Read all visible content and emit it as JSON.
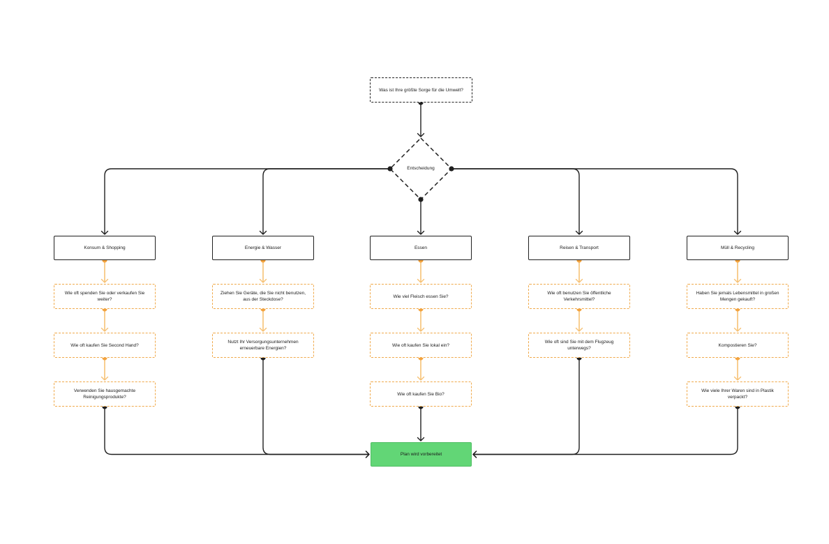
{
  "colors": {
    "ink": "#1f1f1f",
    "question_border": "#f0a94a",
    "question_connector": "#f6c174",
    "question_dot": "#f3a33f",
    "end_fill": "#62d676"
  },
  "start": {
    "label": "Was ist Ihre größte Sorge für die Umwelt?"
  },
  "decision": {
    "label": "Entscheidung"
  },
  "end": {
    "label": "Plan wird vorbereitet"
  },
  "categories": [
    {
      "name": "Konsum & Shopping",
      "questions": [
        "Wie oft spenden Sie oder verkaufen Sie weiter?",
        "Wie oft kaufen Sie Second Hand?",
        "Verwenden Sie hausgemachte Reinigungsprodukte?"
      ]
    },
    {
      "name": "Energie & Wasser",
      "questions": [
        "Ziehen Sie Geräte, die Sie nicht benutzen, aus der Steckdose?",
        "Nutzt Ihr Versorgungsunternehmen erneuerbare Energien?"
      ]
    },
    {
      "name": "Essen",
      "questions": [
        "Wie viel Fleisch essen Sie?",
        "Wie oft kaufen Sie lokal ein?",
        "Wie oft kaufen Sie Bio?"
      ]
    },
    {
      "name": "Reisen & Transport",
      "questions": [
        "Wie oft benutzen Sie öffentliche Verkehrsmittel?",
        "Wie oft sind Sie mit dem Flugzeug unterwegs?"
      ]
    },
    {
      "name": "Müll & Recycling",
      "questions": [
        "Haben Sie jemals Lebensmittel in großen Mengen gekauft?",
        "Kompostieren Sie?",
        "Wie viele Ihrer Waren sind in Plastik verpackt?"
      ]
    }
  ]
}
